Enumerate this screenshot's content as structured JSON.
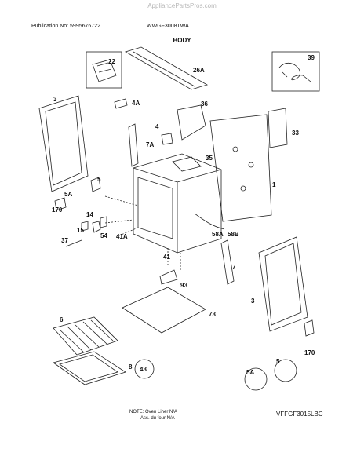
{
  "watermark": "AppliancePartsPros.com",
  "header": {
    "publication": "Publication No: 5995676722",
    "model": "WWGF3008TWA",
    "title": "BODY"
  },
  "callouts": {
    "c22": "22",
    "c26A": "26A",
    "c39": "39",
    "c3a": "3",
    "c4A": "4A",
    "c36": "36",
    "c4": "4",
    "c7A": "7A",
    "c33": "33",
    "c35": "35",
    "c1": "1",
    "c5": "5",
    "c5A": "5A",
    "c170": "170",
    "c14": "14",
    "c15": "15",
    "c54": "54",
    "c41A": "41A",
    "c37": "37",
    "c58A": "58A",
    "c58B": "58B",
    "c41": "41",
    "c7": "7",
    "c93": "93",
    "c3b": "3",
    "c73": "73",
    "c6": "6",
    "c8": "8",
    "c43": "43",
    "c5b": "5",
    "c5Ab": "5A",
    "c170b": "170"
  },
  "note": {
    "line1": "NOTE: Oven Liner N/A",
    "line2": "Ass. du four N/A"
  },
  "diagram_code": "VFFGF3015LBC"
}
